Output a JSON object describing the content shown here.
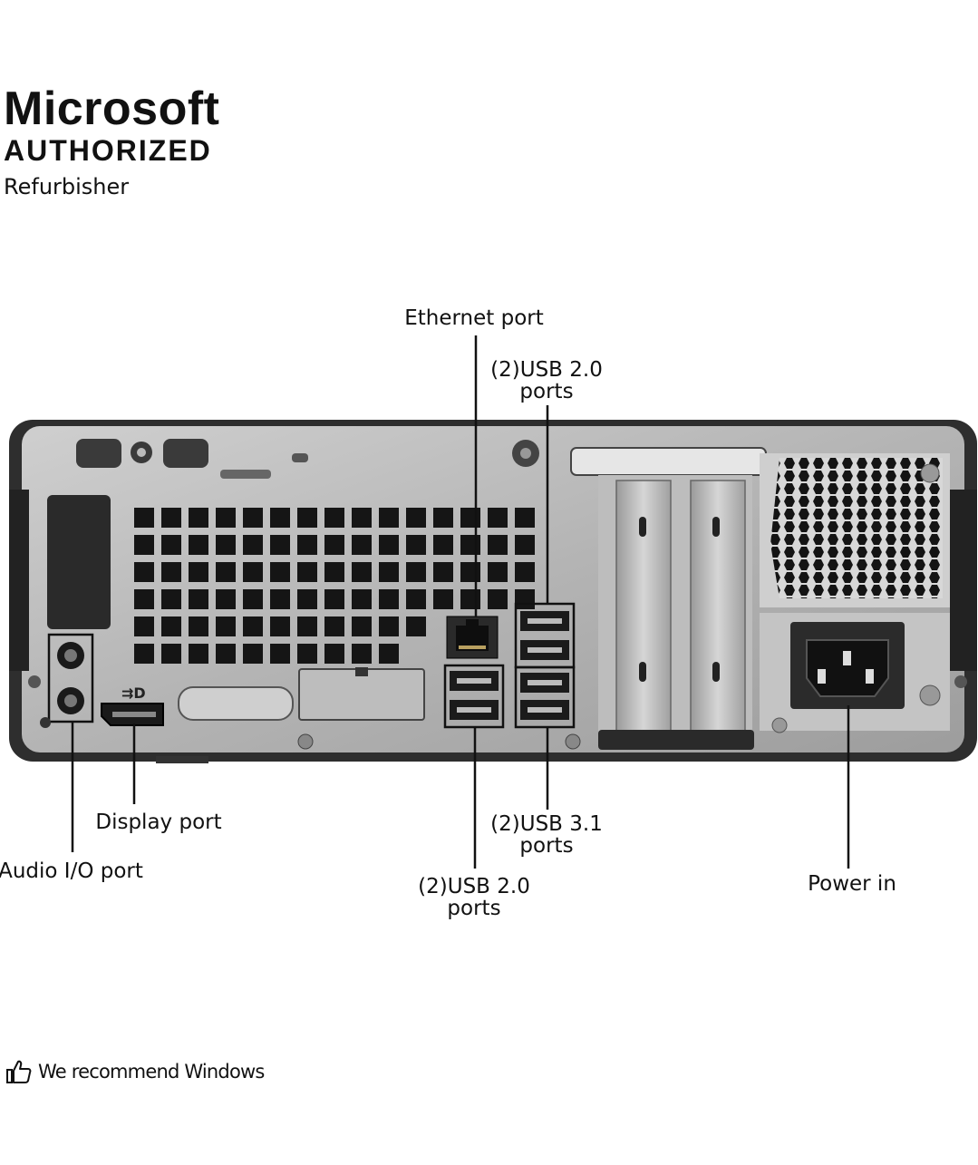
{
  "brand": {
    "line1": "Microsoft",
    "line2": "AUTHORIZED",
    "line3": "Refurbisher"
  },
  "labels": {
    "ethernet": "Ethernet port",
    "usb20_top_1": "(2)USB 2.0",
    "usb20_top_2": "ports",
    "display": "Display port",
    "audio": "Audio I/O port",
    "usb31_1": "(2)USB 3.1",
    "usb31_2": "ports",
    "usb20_bottom_1": "(2)USB 2.0",
    "usb20_bottom_2": "ports",
    "power": "Power in"
  },
  "footer": {
    "icon": "thumbs-up-icon",
    "text": "We recommend Windows"
  },
  "colors": {
    "chassis_frame": "#2e2e2e",
    "panel_metal": "#b9b9b9",
    "vent_hole": "#151515",
    "leader_line": "#111111"
  }
}
